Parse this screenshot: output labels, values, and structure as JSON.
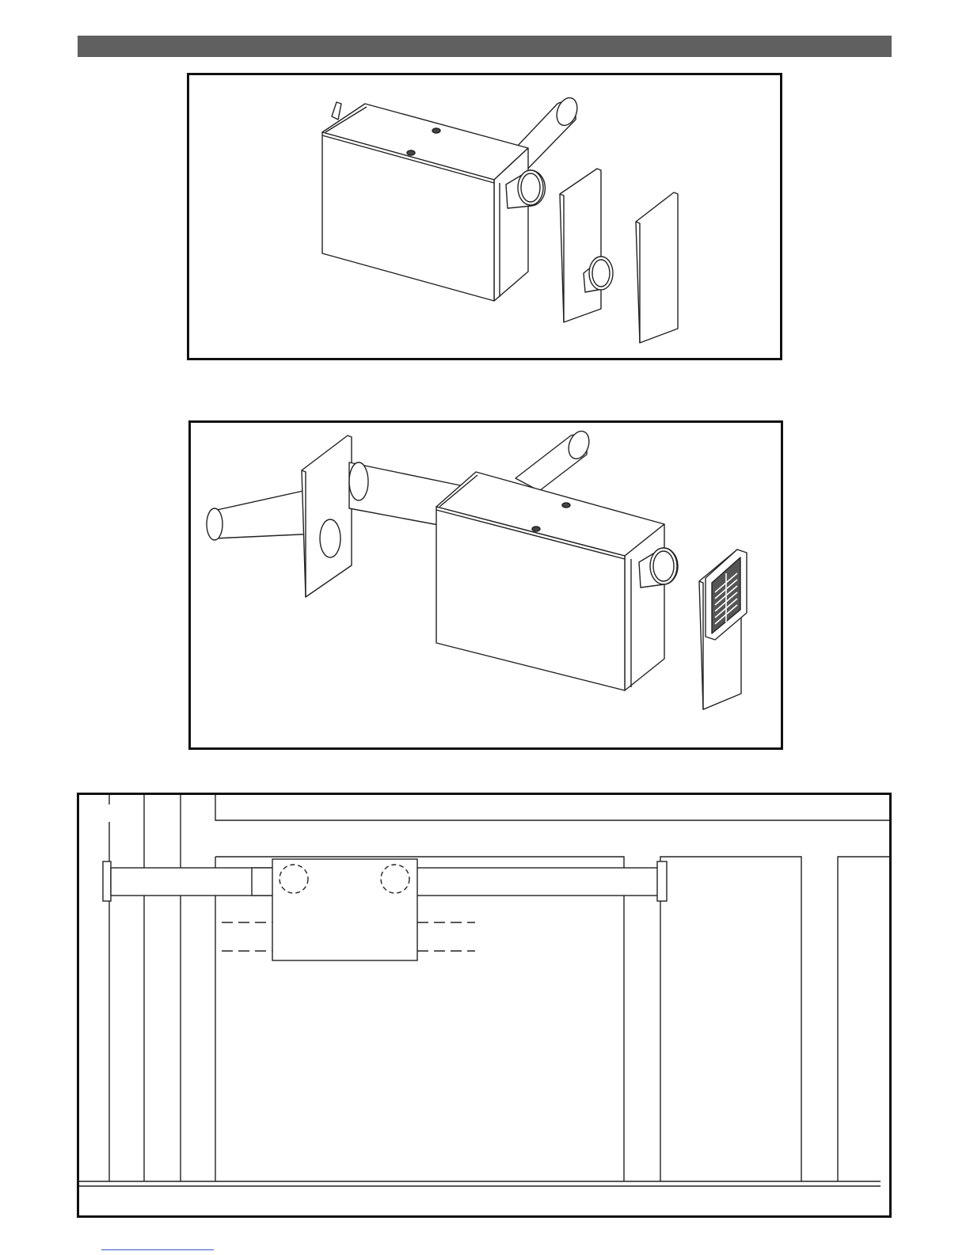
{
  "page": {
    "colors": {
      "header_bar": "#606060",
      "frame_border": "#111111",
      "line": "#222222",
      "grille": "#555555",
      "footer_link": "#3355cc"
    },
    "figures": [
      {
        "id": "fig1",
        "content": "exploded-ventilation-unit-with-two-cover-plates"
      },
      {
        "id": "fig2",
        "content": "exploded-ventilation-unit-with-wall-plate-and-external-grille"
      },
      {
        "id": "fig3",
        "content": "wall-cross-section-installation-diagram"
      }
    ]
  }
}
